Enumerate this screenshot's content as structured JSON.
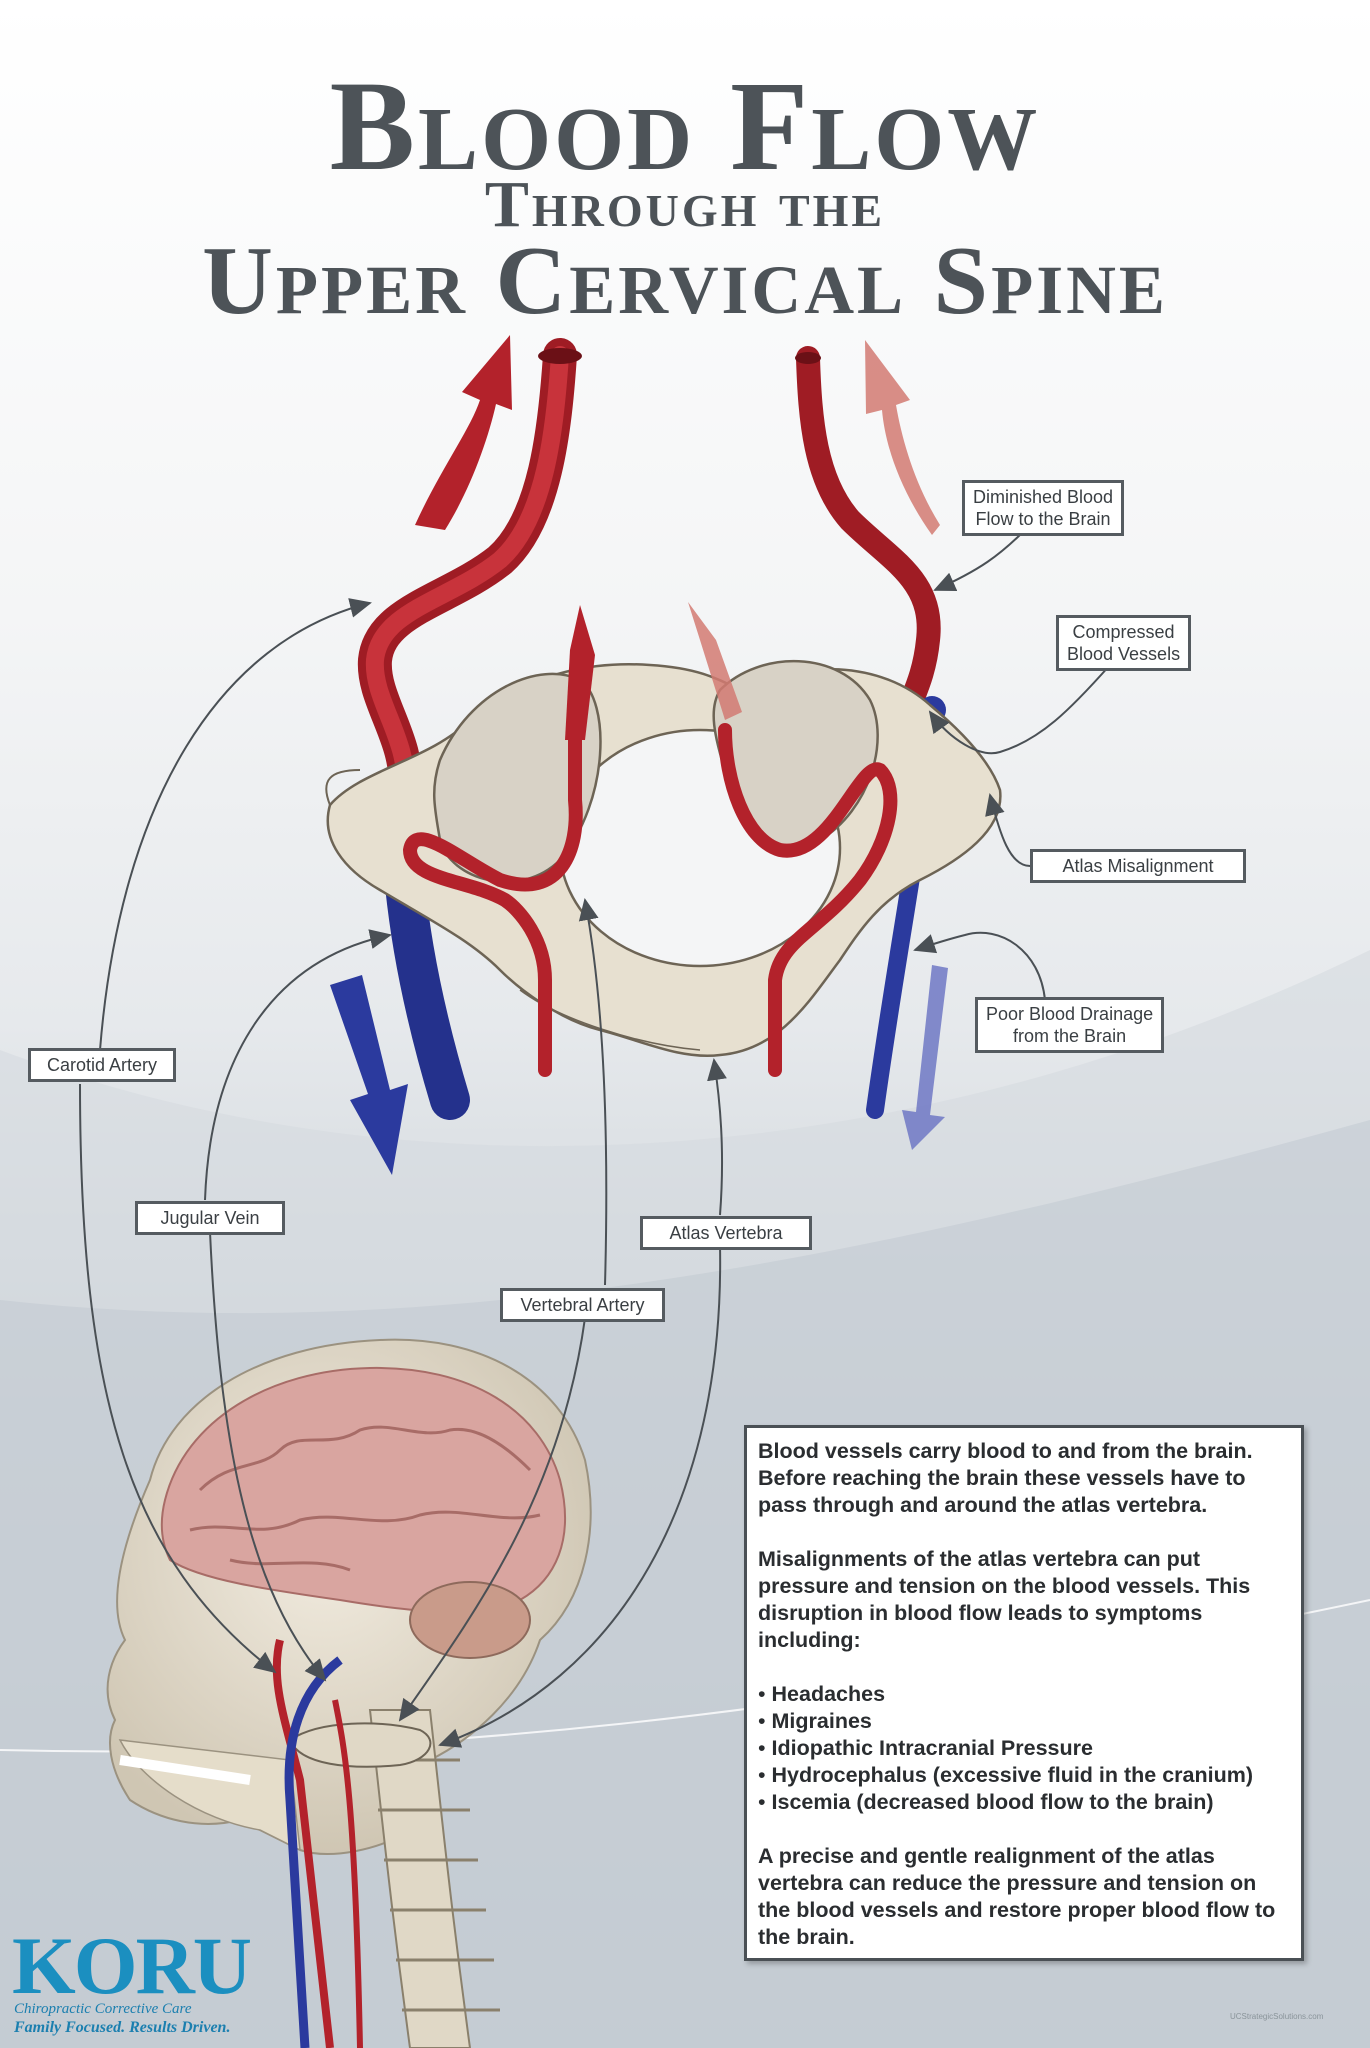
{
  "title": {
    "line1": "Blood Flow",
    "line2": "Through the",
    "line3": "Upper Cervical Spine"
  },
  "labels": {
    "diminished": {
      "line1": "Diminished Blood",
      "line2": "Flow to the Brain"
    },
    "compressed": {
      "line1": "Compressed",
      "line2": "Blood Vessels"
    },
    "atlas_misalignment": "Atlas Misalignment",
    "poor_drainage": {
      "line1": "Poor Blood Drainage",
      "line2": "from the Brain"
    },
    "carotid": "Carotid Artery",
    "jugular": "Jugular Vein",
    "atlas_vertebra": "Atlas Vertebra",
    "vertebral": "Vertebral Artery"
  },
  "info": {
    "p1": "Blood vessels carry blood to and from the brain. Before reaching the brain these vessels have to pass through and around the atlas vertebra.",
    "p2": "Misalignments of the atlas vertebra can put pressure and tension on the blood vessels. This disruption in blood flow leads to symptoms including:",
    "symptoms": [
      "Headaches",
      "Migraines",
      "Idiopathic Intracranial Pressure",
      "Hydrocephalus (excessive fluid in the cranium)",
      "Iscemia (decreased blood flow to the brain)"
    ],
    "p3": "A precise and gentle realignment of the atlas vertebra  can reduce the pressure and tension on the blood vessels and restore proper blood flow to the brain."
  },
  "logo": {
    "word": "KORU",
    "tagline1": "Chiropractic Corrective Care",
    "tagline2": "Family Focused. Results Driven."
  },
  "credit": "UCStrategicSolutions.com",
  "colors": {
    "artery": "#b3222b",
    "vein": "#2b3a9e",
    "bone": "#e7e0d0",
    "brain": "#d9a5a0",
    "text": "#4d5358",
    "logo": "#1b8fc0"
  }
}
